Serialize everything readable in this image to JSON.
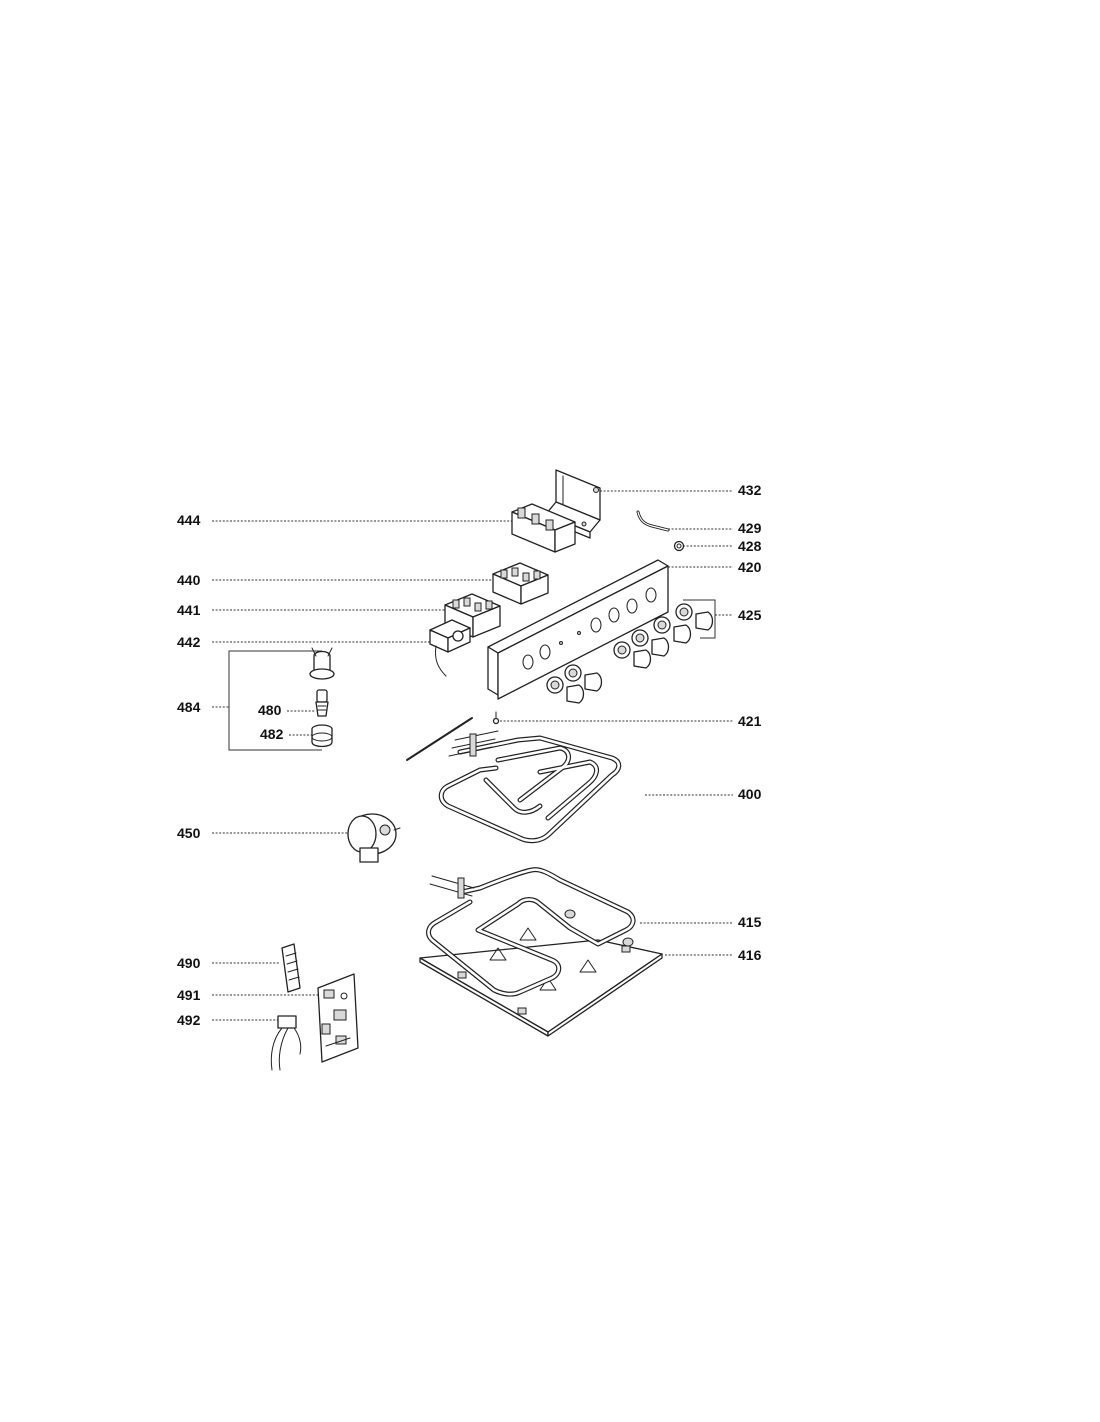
{
  "parts": [
    {
      "id": "p432",
      "label": "432",
      "name": "bracket"
    },
    {
      "id": "p444",
      "label": "444",
      "name": "terminal-block"
    },
    {
      "id": "p429",
      "label": "429",
      "name": "tube"
    },
    {
      "id": "p428",
      "label": "428",
      "name": "nut"
    },
    {
      "id": "p420",
      "label": "420",
      "name": "control-panel"
    },
    {
      "id": "p440",
      "label": "440",
      "name": "selector-switch"
    },
    {
      "id": "p441",
      "label": "441",
      "name": "thermostat-switch"
    },
    {
      "id": "p425",
      "label": "425",
      "name": "knob-set"
    },
    {
      "id": "p442",
      "label": "442",
      "name": "thermostat"
    },
    {
      "id": "p484",
      "label": "484",
      "name": "lamp-assembly"
    },
    {
      "id": "p480",
      "label": "480",
      "name": "bulb"
    },
    {
      "id": "p482",
      "label": "482",
      "name": "lamp-cover"
    },
    {
      "id": "p421",
      "label": "421",
      "name": "screw"
    },
    {
      "id": "p400",
      "label": "400",
      "name": "grill-element"
    },
    {
      "id": "p450",
      "label": "450",
      "name": "fan-motor"
    },
    {
      "id": "p415",
      "label": "415",
      "name": "bottom-element"
    },
    {
      "id": "p416",
      "label": "416",
      "name": "element-plate"
    },
    {
      "id": "p490",
      "label": "490",
      "name": "connector"
    },
    {
      "id": "p491",
      "label": "491",
      "name": "circuit-board"
    },
    {
      "id": "p492",
      "label": "492",
      "name": "switch-harness"
    }
  ]
}
